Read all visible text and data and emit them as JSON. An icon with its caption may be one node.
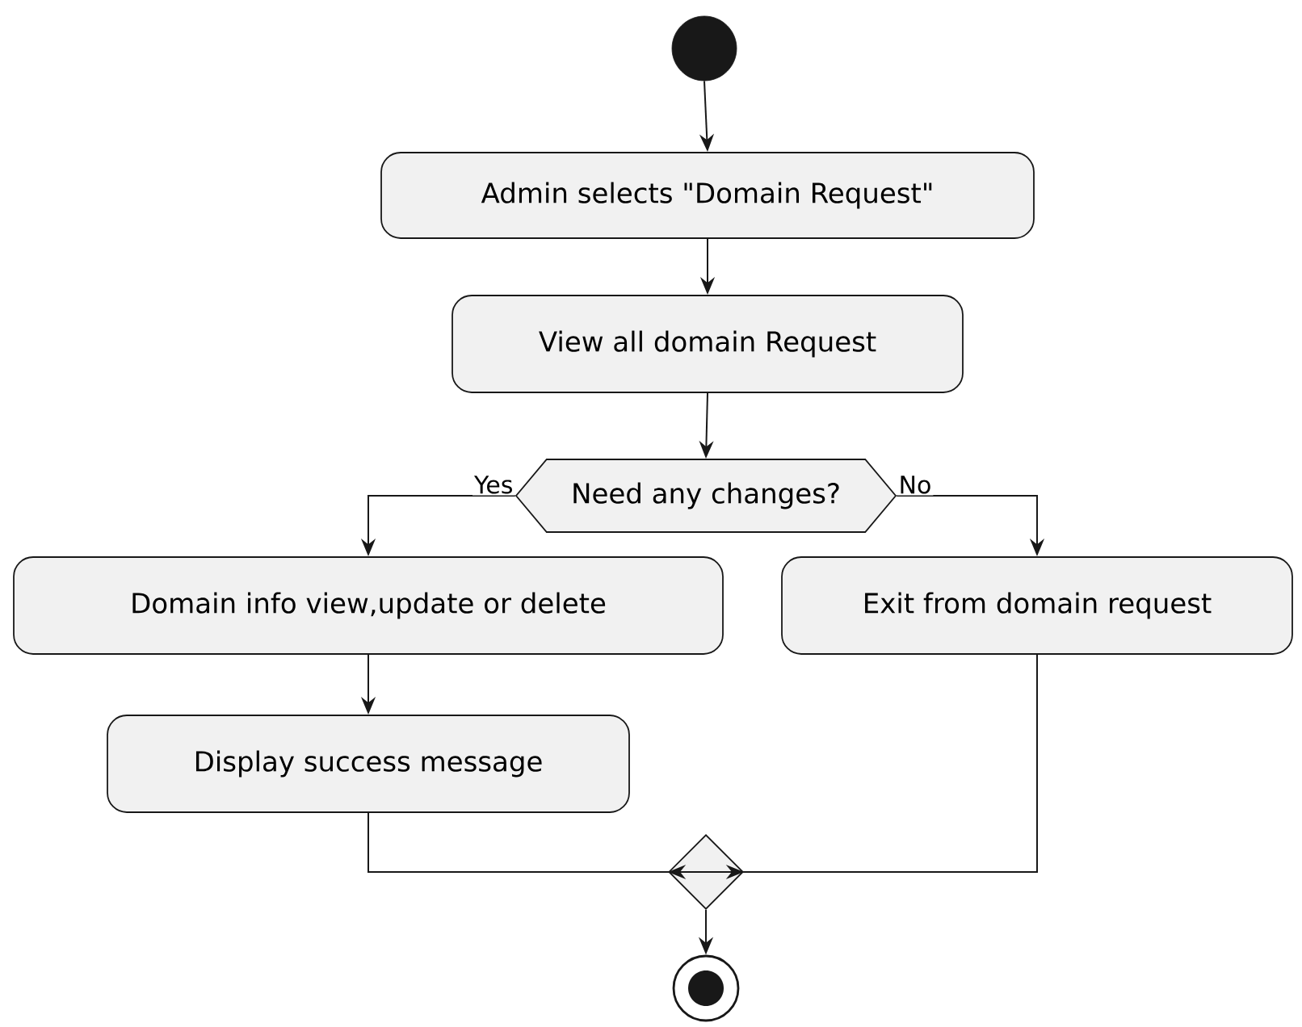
{
  "diagram": {
    "nodes": [
      {
        "text": [],
        "shape": "circle"
      },
      {
        "text": [
          "Admin selects \"Domain Request\""
        ]
      },
      {
        "text": [
          "View all domain Request"
        ]
      },
      {
        "text": [
          "Need any changes?"
        ]
      },
      {
        "text": [
          "Domain info view,update or delete"
        ]
      },
      {
        "text": [
          "Exit from domain request"
        ]
      },
      {
        "text": [
          "Display success message"
        ]
      },
      {
        "text": [],
        "shape": "diamond"
      },
      {
        "text": [],
        "shape": "bullseye"
      }
    ],
    "edges": [
      {
        "from": 0,
        "to": 1,
        "arrow": "to"
      },
      {
        "from": 1,
        "to": 2,
        "arrow": "to"
      },
      {
        "from": 2,
        "to": 3,
        "arrow": "to"
      },
      {
        "from": 3,
        "to": 4,
        "arrow": "to",
        "label": "Yes"
      },
      {
        "from": 3,
        "to": 5,
        "arrow": "to",
        "label": "No"
      },
      {
        "from": 4,
        "to": 6,
        "arrow": "to"
      },
      {
        "from": 6,
        "to": 7,
        "arrow": "to"
      },
      {
        "from": 5,
        "to": 7,
        "arrow": "to"
      },
      {
        "from": 7,
        "to": 8,
        "arrow": "to"
      }
    ]
  }
}
